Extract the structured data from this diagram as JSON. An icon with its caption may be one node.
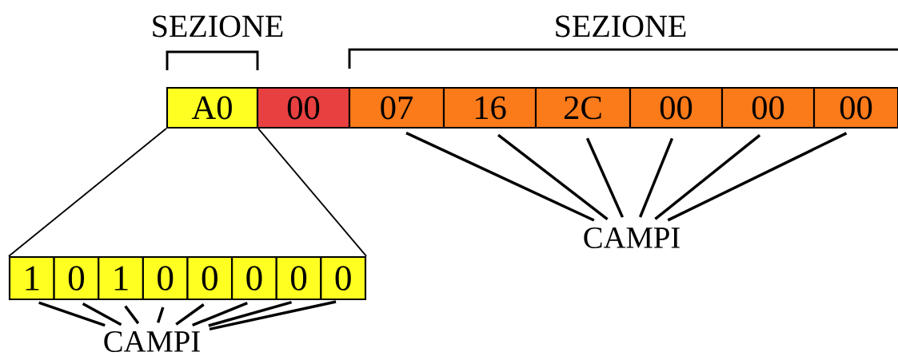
{
  "diagram": {
    "nodes": [
      {
        "text": [
          "A0"
        ]
      },
      {
        "text": [
          "00"
        ]
      },
      {
        "text": [
          "07"
        ]
      },
      {
        "text": [
          "16"
        ]
      },
      {
        "text": [
          "2C"
        ]
      },
      {
        "text": [
          "00"
        ]
      },
      {
        "text": [
          "00"
        ]
      },
      {
        "text": [
          "00"
        ]
      },
      {
        "text": [
          "1"
        ]
      },
      {
        "text": [
          "0"
        ]
      },
      {
        "text": [
          "1"
        ]
      },
      {
        "text": [
          "0"
        ]
      },
      {
        "text": [
          "0"
        ]
      },
      {
        "text": [
          "0"
        ]
      },
      {
        "text": [
          "0"
        ]
      },
      {
        "text": [
          "0"
        ]
      },
      {
        "text": [
          "CAMPI"
        ]
      },
      {
        "text": [
          "CAMPI"
        ]
      }
    ],
    "edges": [
      {
        "from": 0,
        "to": 8,
        "arrow": "none"
      },
      {
        "from": 0,
        "to": 15,
        "arrow": "none"
      },
      {
        "from": 16,
        "to": 2,
        "arrow": "none"
      },
      {
        "from": 16,
        "to": 3,
        "arrow": "none"
      },
      {
        "from": 16,
        "to": 4,
        "arrow": "none"
      },
      {
        "from": 16,
        "to": 5,
        "arrow": "none"
      },
      {
        "from": 16,
        "to": 6,
        "arrow": "none"
      },
      {
        "from": 16,
        "to": 7,
        "arrow": "none"
      },
      {
        "from": 17,
        "to": 8,
        "arrow": "none"
      },
      {
        "from": 17,
        "to": 9,
        "arrow": "none"
      },
      {
        "from": 17,
        "to": 10,
        "arrow": "none"
      },
      {
        "from": 17,
        "to": 11,
        "arrow": "none"
      },
      {
        "from": 17,
        "to": 12,
        "arrow": "none"
      },
      {
        "from": 17,
        "to": 13,
        "arrow": "none"
      },
      {
        "from": 17,
        "to": 14,
        "arrow": "none"
      },
      {
        "from": 17,
        "to": 15,
        "arrow": "none"
      }
    ],
    "labels": [
      "SEZIONE",
      "SEZIONE"
    ]
  }
}
